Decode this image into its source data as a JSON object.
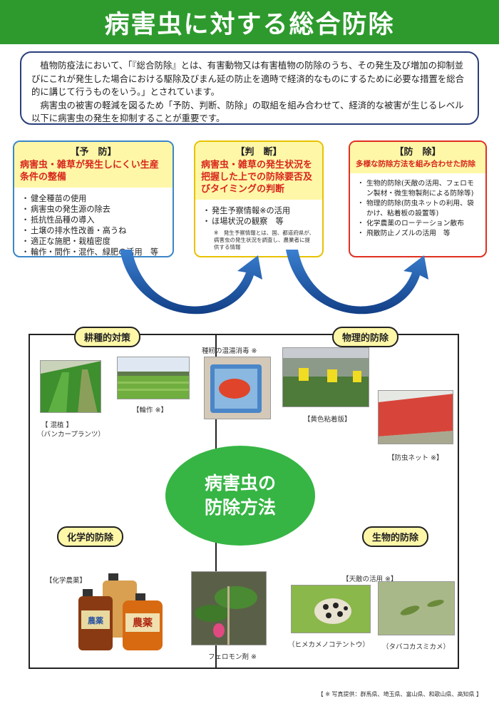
{
  "title": "病害虫に対する総合防除",
  "intro": {
    "p1": "植物防疫法において、「『総合防除』とは、有害動物又は有害植物の防除のうち、その発生及び増加の抑制並びにこれが発生した場合における駆除及びまん延の防止を適時で経済的なものにするために必要な措置を総合的に講じて行うものをいう。」とされています。",
    "p2": "病害虫の被害の軽減を図るため「予防、判断、防除」の取組を組み合わせて、経済的な被害が生じるレベル以下に病害虫の発生を抑制することが重要です。"
  },
  "boxes": {
    "prevent": {
      "label": "【予　防】",
      "sub": "病害虫・雑草が発生しにくい生産条件の整備",
      "items": [
        "健全種苗の使用",
        "病害虫の発生源の除去",
        "抵抗性品種の導入",
        "土壌の排水性改善・高うね",
        "適正な施肥・栽植密度",
        "輪作・間作・混作、緑肥の活用　等"
      ]
    },
    "judge": {
      "label": "【判　断】",
      "sub": "病害虫・雑草の発生状況を把握した上での防除要否及びタイミングの判断",
      "items": [
        "発生予察情報※の活用",
        "ほ場状況の観察　等"
      ],
      "note": "※　発生予察情報とは、国、都道府県が、病害虫の発生状況を調査し、農業者に提供する情報"
    },
    "control": {
      "label": "【防　除】",
      "sub": "多様な防除方法を組み合わせた防除",
      "items": [
        "生物的防除(天敵の活用、フェロモン製材・微生物製剤による防除等)",
        "物理的防除(防虫ネットの利用、袋かけ、粘着板の設置等)",
        "化学農薬のローテーション散布",
        "飛散防止ノズルの活用　等"
      ]
    }
  },
  "center": {
    "line1": "病害虫の",
    "line2": "防除方法"
  },
  "sections": {
    "cultural": {
      "tag": "耕種的対策",
      "cap_mix": "【 混植 】",
      "cap_mix2": "（バンカープランツ）",
      "cap_rotation": "【輪作 ※】",
      "cap_seed": "種籾の温湯消毒 ※"
    },
    "physical": {
      "tag": "物理的防除",
      "cap_trap": "【黄色粘着版】",
      "cap_net": "【防虫ネット ※】"
    },
    "chemical": {
      "tag": "化学的防除",
      "cap_pest": "【化学農薬】",
      "bottle_label": "農薬",
      "cap_phero": "フェロモン剤 ※"
    },
    "biological": {
      "tag": "生物的防除",
      "cap_enemy": "【天敵の活用 ※】",
      "cap_bug1": "（ヒメカメノコテントウ）",
      "cap_bug2": "（タバコカスミカメ）"
    }
  },
  "credit": "【 ※ 写真提供：群馬県、埼玉県、富山県、和歌山県、高知県 】",
  "colors": {
    "title_green": "#2e9a2e",
    "center_green": "#36b544",
    "prevent": "#3a86c8",
    "judge": "#e8c200",
    "control": "#e03020",
    "header_fill": "#fff7a8",
    "arrow": "#1f5fb0"
  }
}
